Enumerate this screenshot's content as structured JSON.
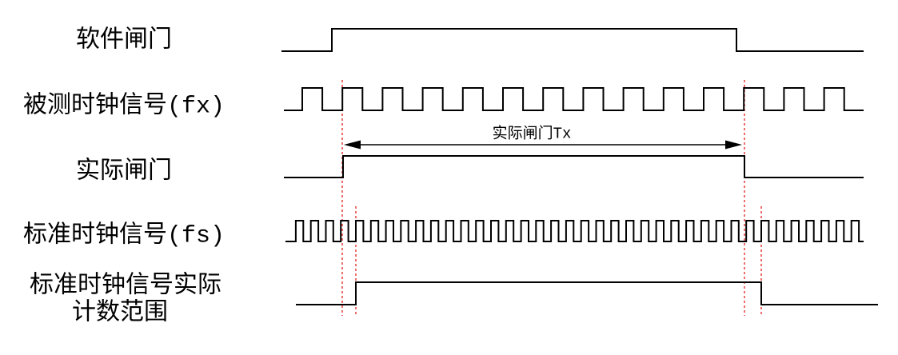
{
  "labels": {
    "software_gate": "软件闸门",
    "measured_clock": "被测时钟信号(fx)",
    "actual_gate": "实际闸门",
    "standard_clock": "标准时钟信号(fs)",
    "count_range": [
      "标准时钟信号实际",
      "计数范围"
    ]
  },
  "annotation": "实际闸门Tx",
  "colors": {
    "signal": "#000000",
    "marker": "#e4201e",
    "background": "#ffffff"
  }
}
